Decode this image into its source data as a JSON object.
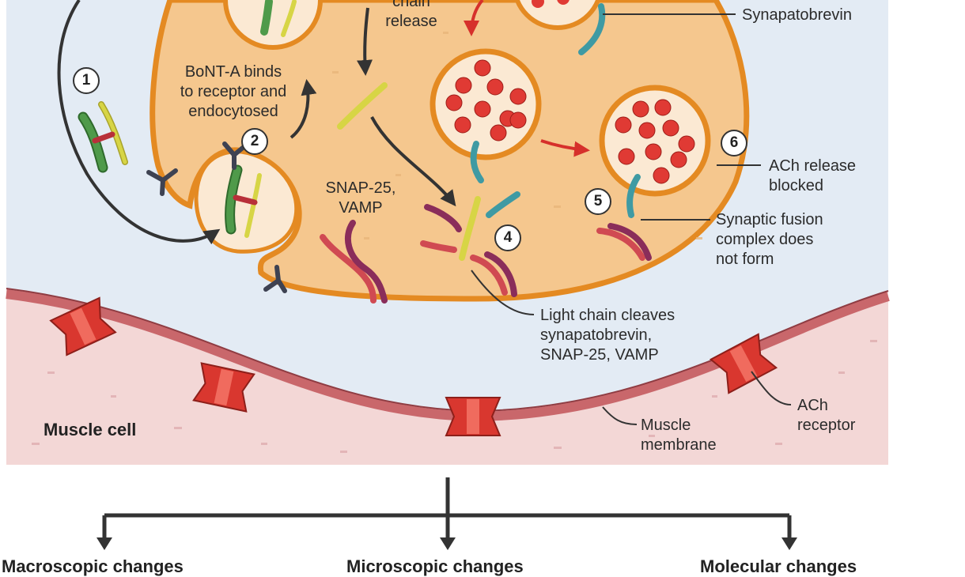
{
  "labels": {
    "chain_release": [
      "chain",
      "release"
    ],
    "synaptobrevin": "Synapatobrevin",
    "bont_binds": [
      "BoNT-A binds",
      "to receptor and",
      "endocytosed"
    ],
    "snap25_vamp": [
      "SNAP-25,",
      "VAMP"
    ],
    "ach_release_blocked": [
      "ACh release",
      "blocked"
    ],
    "fusion_not_form": [
      "Synaptic fusion",
      "complex does",
      "not form"
    ],
    "light_chain_cleaves": [
      "Light chain cleaves",
      "synapatobrevin,",
      "SNAP-25, VAMP"
    ],
    "muscle_cell": "Muscle cell",
    "muscle_membrane": [
      "Muscle",
      "membrane"
    ],
    "ach_receptor": [
      "ACh",
      "receptor"
    ]
  },
  "steps": [
    "1",
    "2",
    "4",
    "5",
    "6"
  ],
  "bottom_headings": [
    "Macroscopic changes",
    "Microscopic changes",
    "Molecular changes"
  ],
  "colors": {
    "terminal_fill": "#f5c78e",
    "terminal_outline": "#e48a22",
    "extracellular": "#e3ebf4",
    "muscle": "#f3d7d6",
    "membrane": "#c9676b",
    "receptor": "#d9372f",
    "vesicle_fill": "#fbe9d3",
    "ach_molecule": "#e03a34",
    "toxin_heavy": "#4f9a4a",
    "toxin_light": "#d7d545",
    "snare_purple": "#8a2d5a",
    "snare_red": "#d04a52",
    "synaptobrevin": "#3f9aa3",
    "arrow_dark": "#333333",
    "arrow_red": "#d6302b"
  }
}
